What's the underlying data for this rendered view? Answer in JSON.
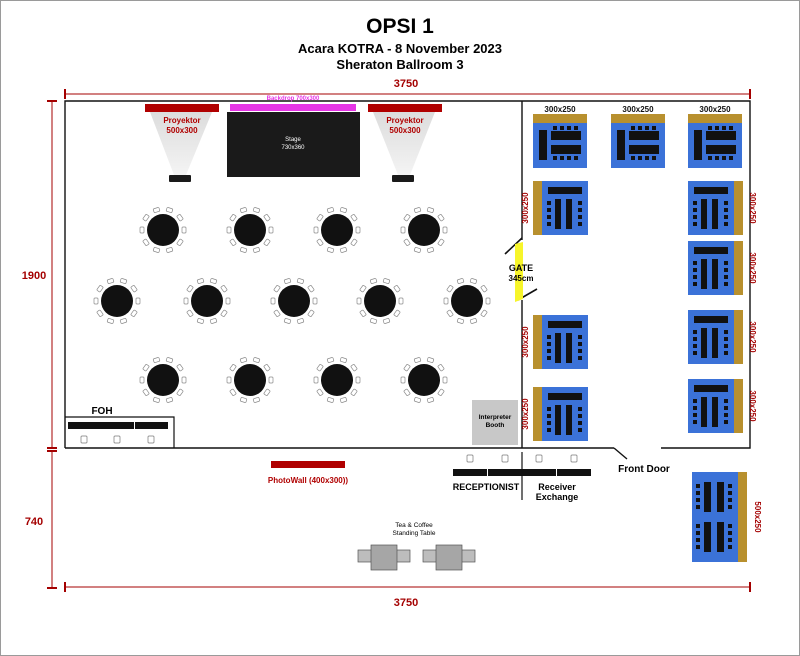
{
  "header": {
    "title": "OPSI 1",
    "event": "Acara KOTRA - 8 November 2023",
    "venue": "Sheraton Ballroom 3"
  },
  "dimensions": {
    "top_width": "3750",
    "bottom_width": "3750",
    "main_height": "1900",
    "lower_height": "740"
  },
  "stage": {
    "backdrop": "Backdrop 700x300",
    "stage_label": "Stage",
    "stage_size": "730x360",
    "projector_left_label": "Proyektor",
    "projector_left_size": "500x300",
    "projector_right_label": "Proyektor",
    "projector_right_size": "500x300"
  },
  "gate": {
    "label": "GATE",
    "size": "345cm"
  },
  "foh": {
    "label": "FOH"
  },
  "interpreter": {
    "line1": "Interpreter",
    "line2": "Booth"
  },
  "photowall": {
    "label": "PhotoWall (400x300))"
  },
  "receptionist": {
    "label": "RECEPTIONIST"
  },
  "receiver": {
    "line1": "Receiver",
    "line2": "Exchange"
  },
  "front_door": {
    "label": "Front Door"
  },
  "tea": {
    "line1": "Tea & Coffee",
    "line2": "Standing Table"
  },
  "booths": {
    "top": [
      "300x250",
      "300x250",
      "300x250"
    ],
    "left": [
      "300x250",
      "300x250",
      "300x250"
    ],
    "right": [
      "300x250",
      "300x250",
      "300x250",
      "300x250"
    ],
    "lower": "500x250"
  },
  "colors": {
    "dimension_red": "#a40000",
    "projector_red": "#b00000",
    "backdrop_magenta": "#e535e5",
    "booth_blue": "#3b72d8",
    "booth_gold": "#b8902e",
    "gate_yellow": "#f7f52a"
  }
}
